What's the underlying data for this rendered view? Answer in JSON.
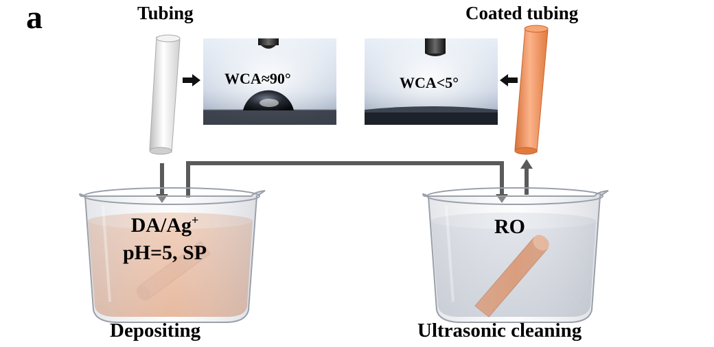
{
  "panel": {
    "letter": "a"
  },
  "labels": {
    "tubing": "Tubing",
    "coated_tubing": "Coated tubing",
    "depositing": "Depositing",
    "ultrasonic_cleaning": "Ultrasonic cleaning",
    "solution_line1": "DA/Ag",
    "solution_line1_sup": "+",
    "solution_line2": "pH=5, SP",
    "rinse_liquid": "RO"
  },
  "contact_angle": {
    "uncoated": "WCA≈90°",
    "coated": "WCA<5°"
  },
  "colors": {
    "arrow": "#5a5a5a",
    "coated_tube": "#e98a4c",
    "uncoated_tube": "#e4e4e4",
    "deposit_solution": "#e9b497",
    "rinse_water": "#cfd3dc"
  }
}
